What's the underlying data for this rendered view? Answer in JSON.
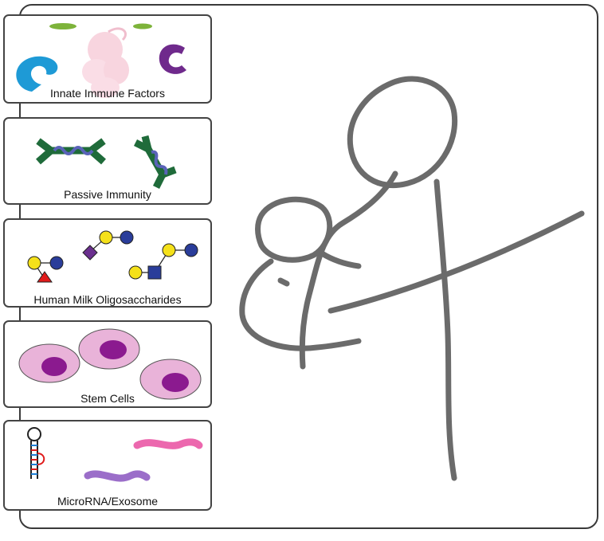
{
  "panels": [
    {
      "id": "innate",
      "label": "Innate Immune Factors"
    },
    {
      "id": "passive",
      "label": "Passive Immunity"
    },
    {
      "id": "hmo",
      "label": "Human Milk Oligosaccharides"
    },
    {
      "id": "stem",
      "label": "Stem Cells"
    },
    {
      "id": "mirna",
      "label": "MicroRNA/Exosome"
    }
  ],
  "colors": {
    "frame_border": "#3a3a3a",
    "panel_border": "#444444",
    "sketch_stroke": "#6b6b6b",
    "antibody_green": "#1f6b3a",
    "antibody_blue": "#5a63b8",
    "lactoferrin_blue": "#1e9ad6",
    "lysozyme_purple": "#6f2a8c",
    "oval_green": "#7db33a",
    "glycan_yellow": "#f5e11a",
    "glycan_blue": "#2a3d9a",
    "glycan_purple": "#6a2f8e",
    "glycan_red": "#e01b1b",
    "cell_pink": "#e9b3d9",
    "cell_nucleus": "#8b1a8f",
    "mirna_pink": "#e94ea0",
    "mirna_purple": "#8a55c0"
  },
  "illustration": "stick-figure-mother-breastfeeding-infant"
}
